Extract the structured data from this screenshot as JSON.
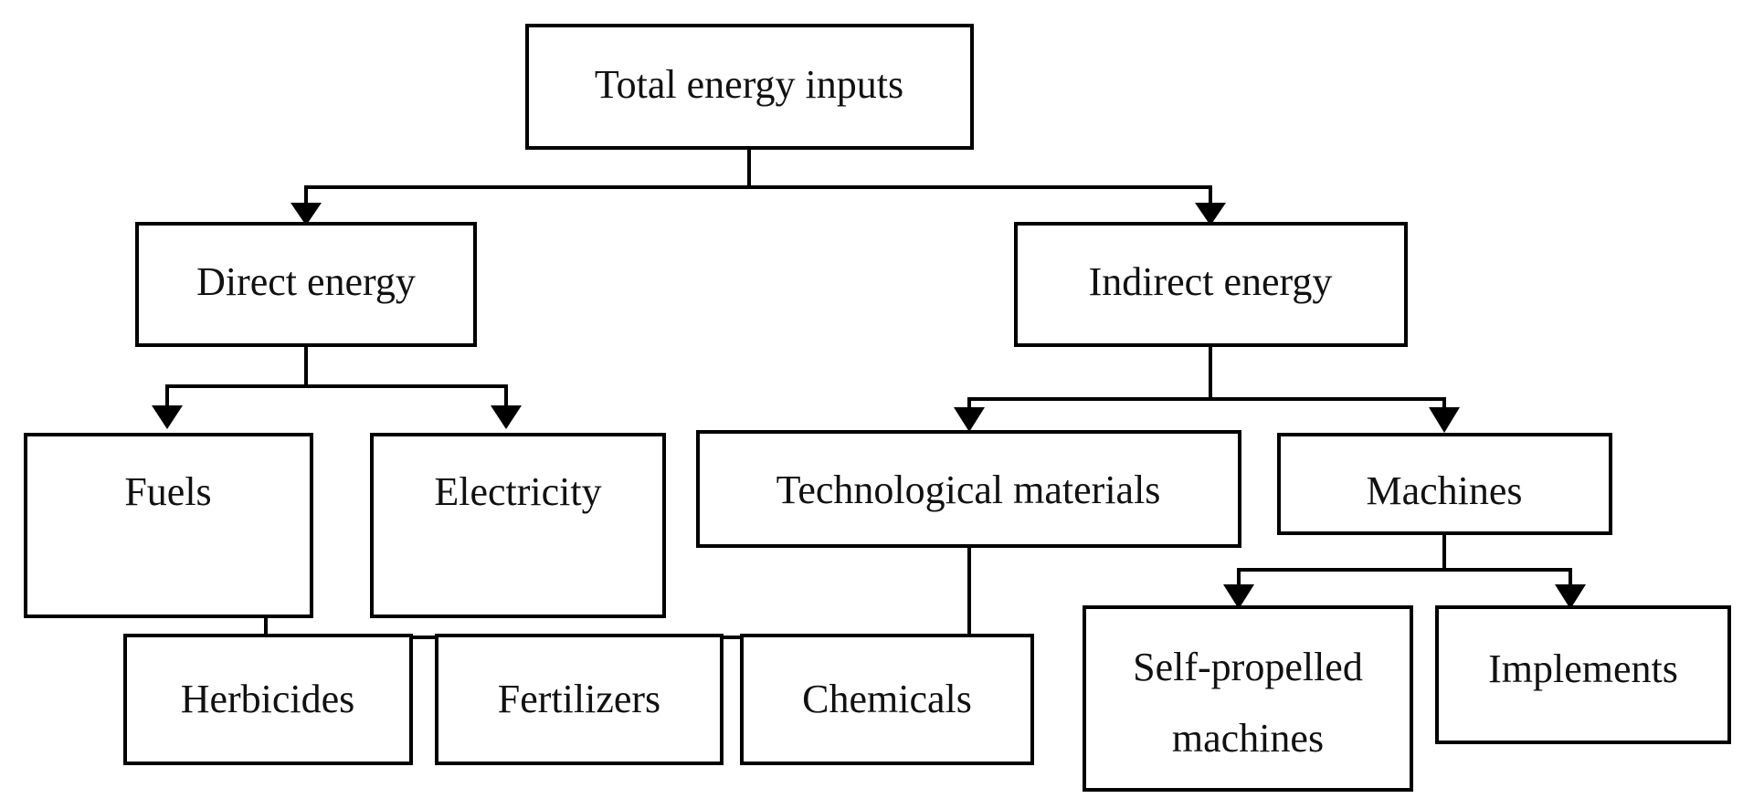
{
  "diagram": {
    "type": "flowchart",
    "orientation": "top-down",
    "title_visible": false,
    "background_color": "#ffffff",
    "line_color": "#000000",
    "box_fill_color": "#ffffff",
    "text_color": "#111111",
    "nodes": {
      "total_energy_inputs": {
        "label": "Total energy inputs",
        "level": 0
      },
      "direct_energy": {
        "label": "Direct energy",
        "level": 1
      },
      "indirect_energy": {
        "label": "Indirect energy",
        "level": 1
      },
      "fuels": {
        "label": "Fuels",
        "level": 2
      },
      "electricity": {
        "label": "Electricity",
        "level": 2
      },
      "technological_materials": {
        "label": "Technological materials",
        "level": 2
      },
      "machines": {
        "label": "Machines",
        "level": 2
      },
      "herbicides": {
        "label": "Herbicides",
        "level": 3
      },
      "fertilizers": {
        "label": "Fertilizers",
        "level": 3
      },
      "chemicals": {
        "label": "Chemicals",
        "level": 3
      },
      "self_propelled_machines_line1": {
        "label": "Self-propelled",
        "level": 3
      },
      "self_propelled_machines_line2": {
        "label": "machines",
        "level": 3
      },
      "implements": {
        "label": "Implements",
        "level": 3
      }
    },
    "edges": [
      {
        "from": "total_energy_inputs",
        "to": "direct_energy"
      },
      {
        "from": "total_energy_inputs",
        "to": "indirect_energy"
      },
      {
        "from": "direct_energy",
        "to": "fuels"
      },
      {
        "from": "direct_energy",
        "to": "electricity"
      },
      {
        "from": "indirect_energy",
        "to": "technological_materials"
      },
      {
        "from": "indirect_energy",
        "to": "machines"
      },
      {
        "from": "technological_materials",
        "to": "herbicides"
      },
      {
        "from": "technological_materials",
        "to": "fertilizers"
      },
      {
        "from": "technological_materials",
        "to": "chemicals"
      },
      {
        "from": "machines",
        "to": "self_propelled_machines_line1"
      },
      {
        "from": "machines",
        "to": "implements"
      }
    ]
  }
}
